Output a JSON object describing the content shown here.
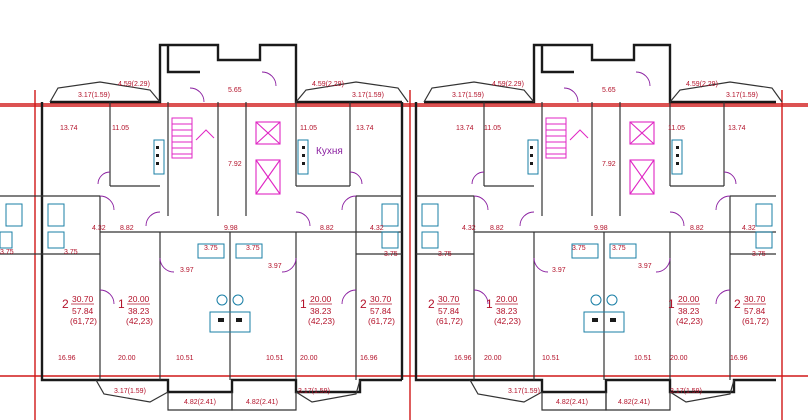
{
  "flats": {
    "two_room": {
      "rooms": "2",
      "living": "30.70",
      "total": "57.84",
      "with_balcony": "(61,72)"
    },
    "one_room": {
      "rooms": "1",
      "living": "20.00",
      "total": "38.23",
      "with_balcony": "(42,23)"
    }
  },
  "rooms": {
    "kitchen_word": "Кухня",
    "kitchen_a": "13.74",
    "kitchen_b": "11.05",
    "corridor_a": "8.82",
    "hall_small": "4.32",
    "stair_hall": "7.92",
    "lobby": "9.98",
    "bath": "3.75",
    "wc": "3.97",
    "room_big": "16.96",
    "room_mid": "20.00",
    "room_small": "10.51",
    "landing": "5.65"
  },
  "balconies": {
    "top_corner": "3.17(1.59)",
    "top_mid": "4.59(2.29)",
    "bottom_corner": "3.17(1.59)",
    "bottom_mid": "4.82(2.41)"
  },
  "colors": {
    "walls": "#1a1a1a",
    "axes": "#d01818",
    "labels": "#b3122a",
    "doors": "#8a1fa0",
    "stairs_lift": "#e026c4",
    "fixtures": "#1a7fa6"
  }
}
